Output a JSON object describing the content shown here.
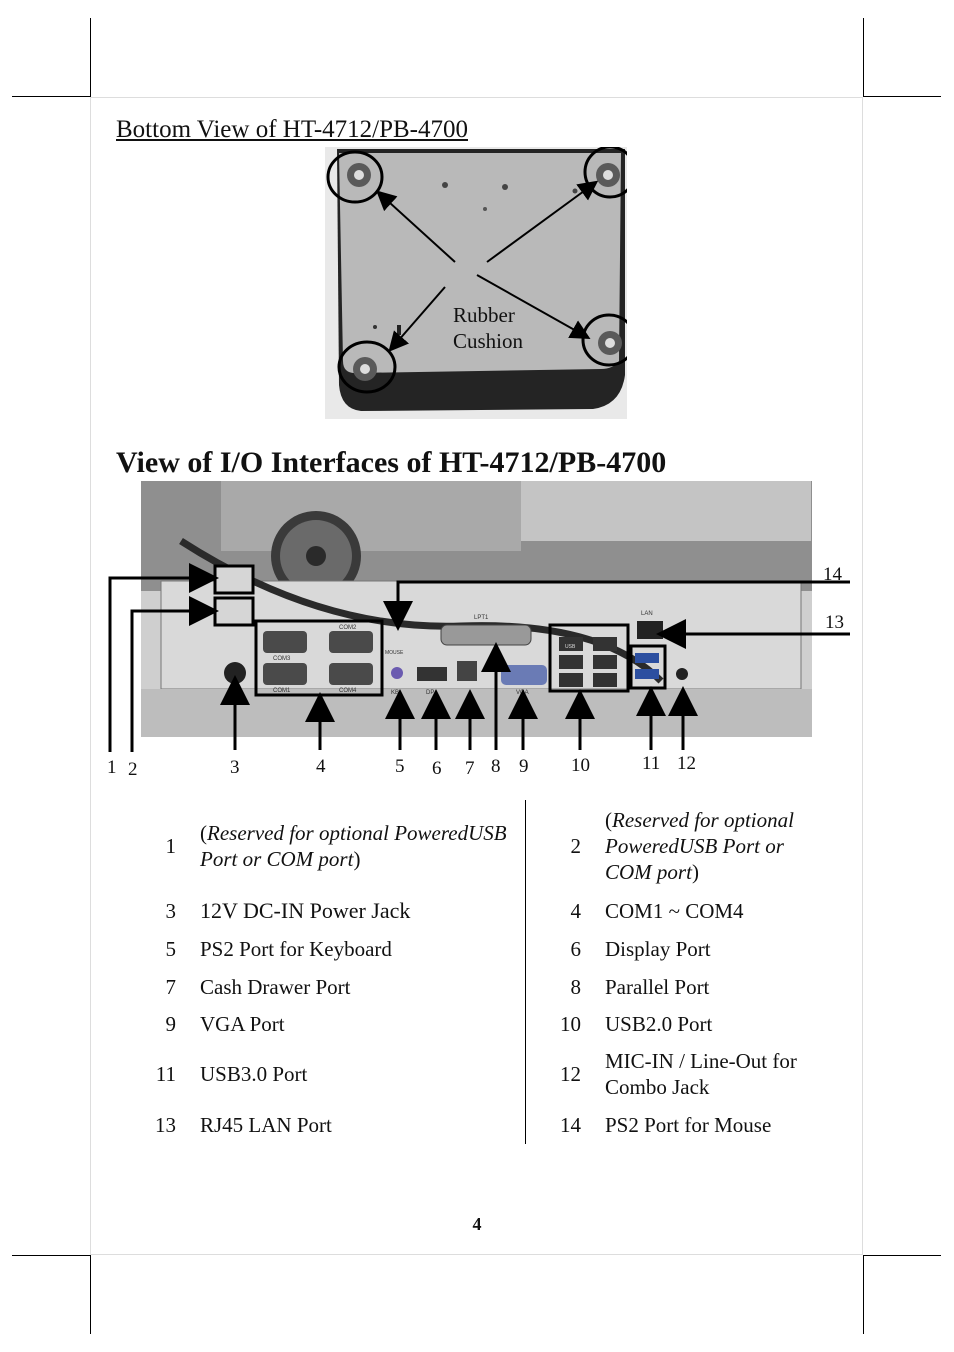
{
  "bottom_view": {
    "title": "Bottom View of HT-4712/PB-4700",
    "callout_line1": "Rubber",
    "callout_line2": "Cushion"
  },
  "io_view": {
    "title": "View of I/O Interfaces of HT-4712/PB-4700",
    "callouts": [
      "1",
      "2",
      "3",
      "4",
      "5",
      "6",
      "7",
      "8",
      "9",
      "10",
      "11",
      "12",
      "13",
      "14"
    ]
  },
  "ports": [
    {
      "num": "1",
      "label_prefix": "(",
      "label_italic": "Reserved for optional PoweredUSB Port or COM port",
      "label_suffix": ")"
    },
    {
      "num": "2",
      "label_prefix": "(",
      "label_italic": "Reserved for optional PoweredUSB Port or COM port",
      "label_suffix": ")"
    },
    {
      "num": "3",
      "label": "12V DC-IN Power Jack"
    },
    {
      "num": "4",
      "label": "COM1 ~ COM4"
    },
    {
      "num": "5",
      "label": "PS2 Port for Keyboard"
    },
    {
      "num": "6",
      "label": "Display Port"
    },
    {
      "num": "7",
      "label": "Cash Drawer Port"
    },
    {
      "num": "8",
      "label": "Parallel Port"
    },
    {
      "num": "9",
      "label": "VGA Port"
    },
    {
      "num": "10",
      "label": "USB2.0 Port"
    },
    {
      "num": "11",
      "label": "USB3.0 Port"
    },
    {
      "num": "12",
      "label": "MIC-IN / Line-Out for Combo Jack"
    },
    {
      "num": "13",
      "label": "RJ45 LAN Port"
    },
    {
      "num": "14",
      "label": "PS2 Port for Mouse"
    }
  ],
  "port_labels": {
    "lpt": "LPT1",
    "lan": "LAN",
    "com1": "COM1",
    "com2": "COM2",
    "com3": "COM3",
    "com4": "COM4",
    "kb": "KB",
    "ms": "MOUSE",
    "dp": "DP",
    "vga": "VGA",
    "usb": "USB"
  },
  "page_number": "4"
}
